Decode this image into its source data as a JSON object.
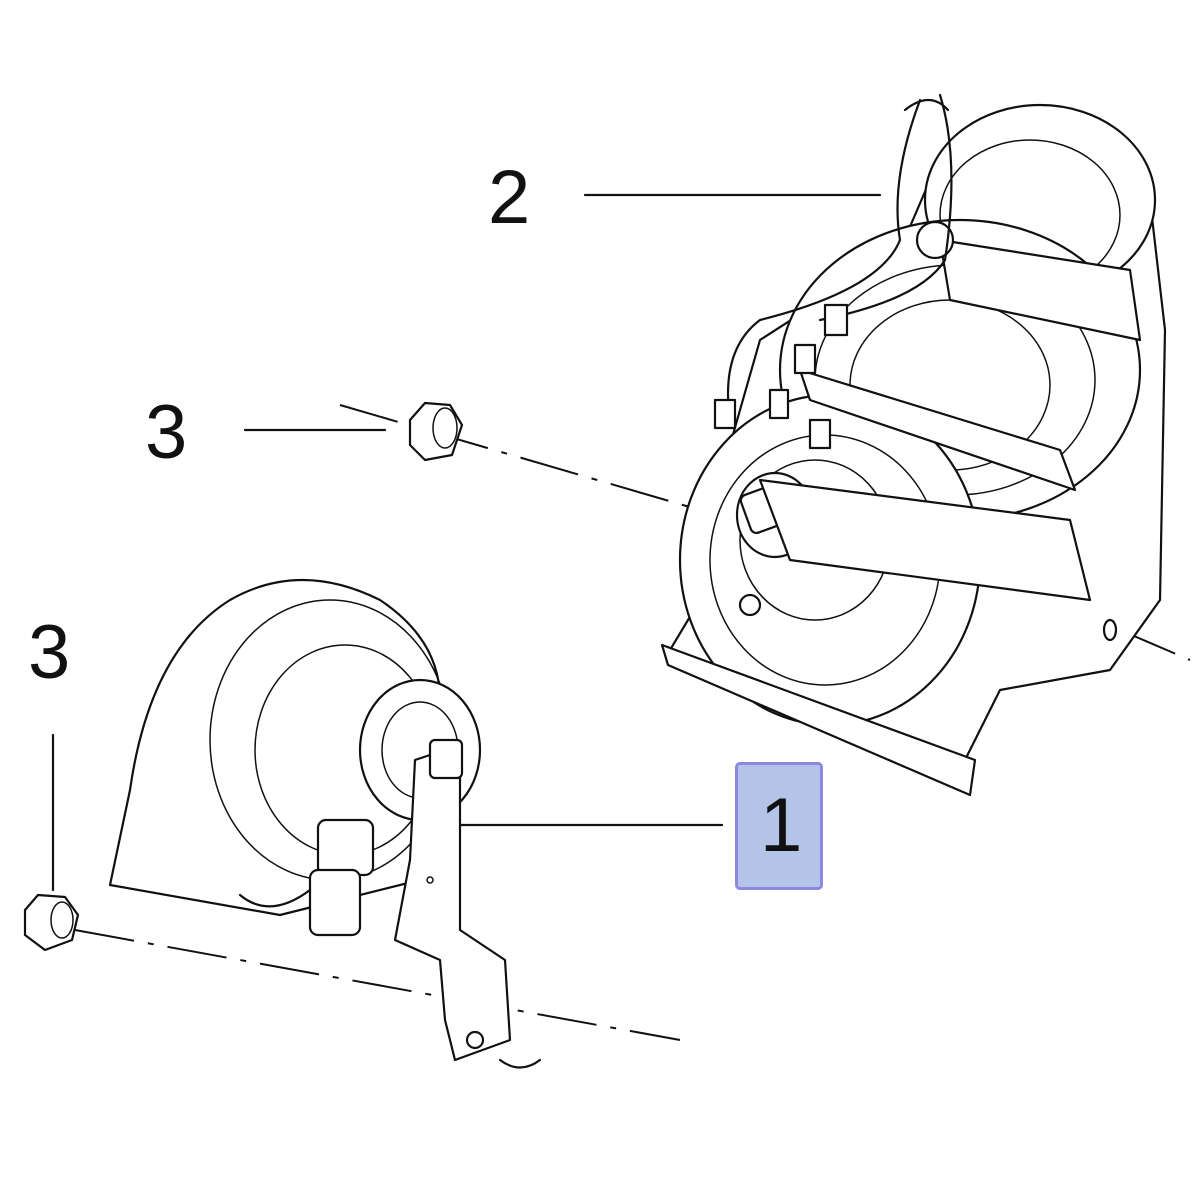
{
  "diagram": {
    "callouts": [
      {
        "id": "1",
        "label": "1",
        "part": "horn-low",
        "highlighted": true
      },
      {
        "id": "2",
        "label": "2",
        "part": "horn-dual"
      },
      {
        "id": "3a",
        "label": "3",
        "part": "nut"
      },
      {
        "id": "3b",
        "label": "3",
        "part": "nut"
      }
    ],
    "highlight_color": "#b4c4e8",
    "highlight_border": "#8c88e0"
  }
}
